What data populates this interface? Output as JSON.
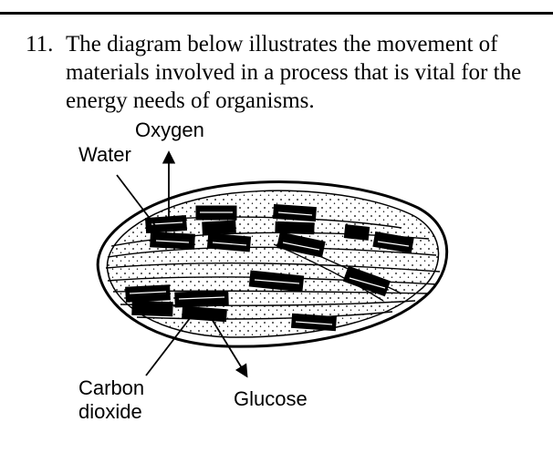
{
  "question": {
    "number": "11.",
    "text": "The diagram below illustrates the movement of materials involved in a process that is vital for the energy needs of organisms."
  },
  "diagram": {
    "labels": {
      "oxygen": "Oxygen",
      "water": "Water",
      "carbon_dioxide_line1": "Carbon",
      "carbon_dioxide_line2": "dioxide",
      "glucose": "Glucose"
    }
  }
}
